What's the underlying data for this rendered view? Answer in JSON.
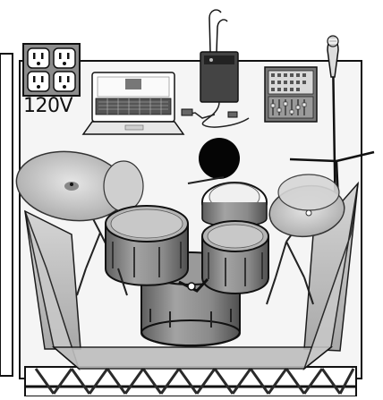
{
  "diagram": {
    "power_outlet": {
      "voltage_label": "120V"
    },
    "components": {
      "outlet": "quad-power-outlet",
      "laptop": "laptop",
      "receiver": "wireless-bodypack-receiver",
      "mixer": "audio-mixer",
      "mic_stand": "microphone-on-boom-stand",
      "drummer": "drummer-head",
      "drum_kit": "drum-kit",
      "shield": "drum-shield"
    },
    "colors": {
      "backdrop": "#f5f5f5",
      "ink": "#111111",
      "drum_shell": "#8c8c8c",
      "cymbal": "#c8c8c8",
      "shield": "#bdbdbd",
      "floor_grid": "#2a2a2a"
    }
  }
}
